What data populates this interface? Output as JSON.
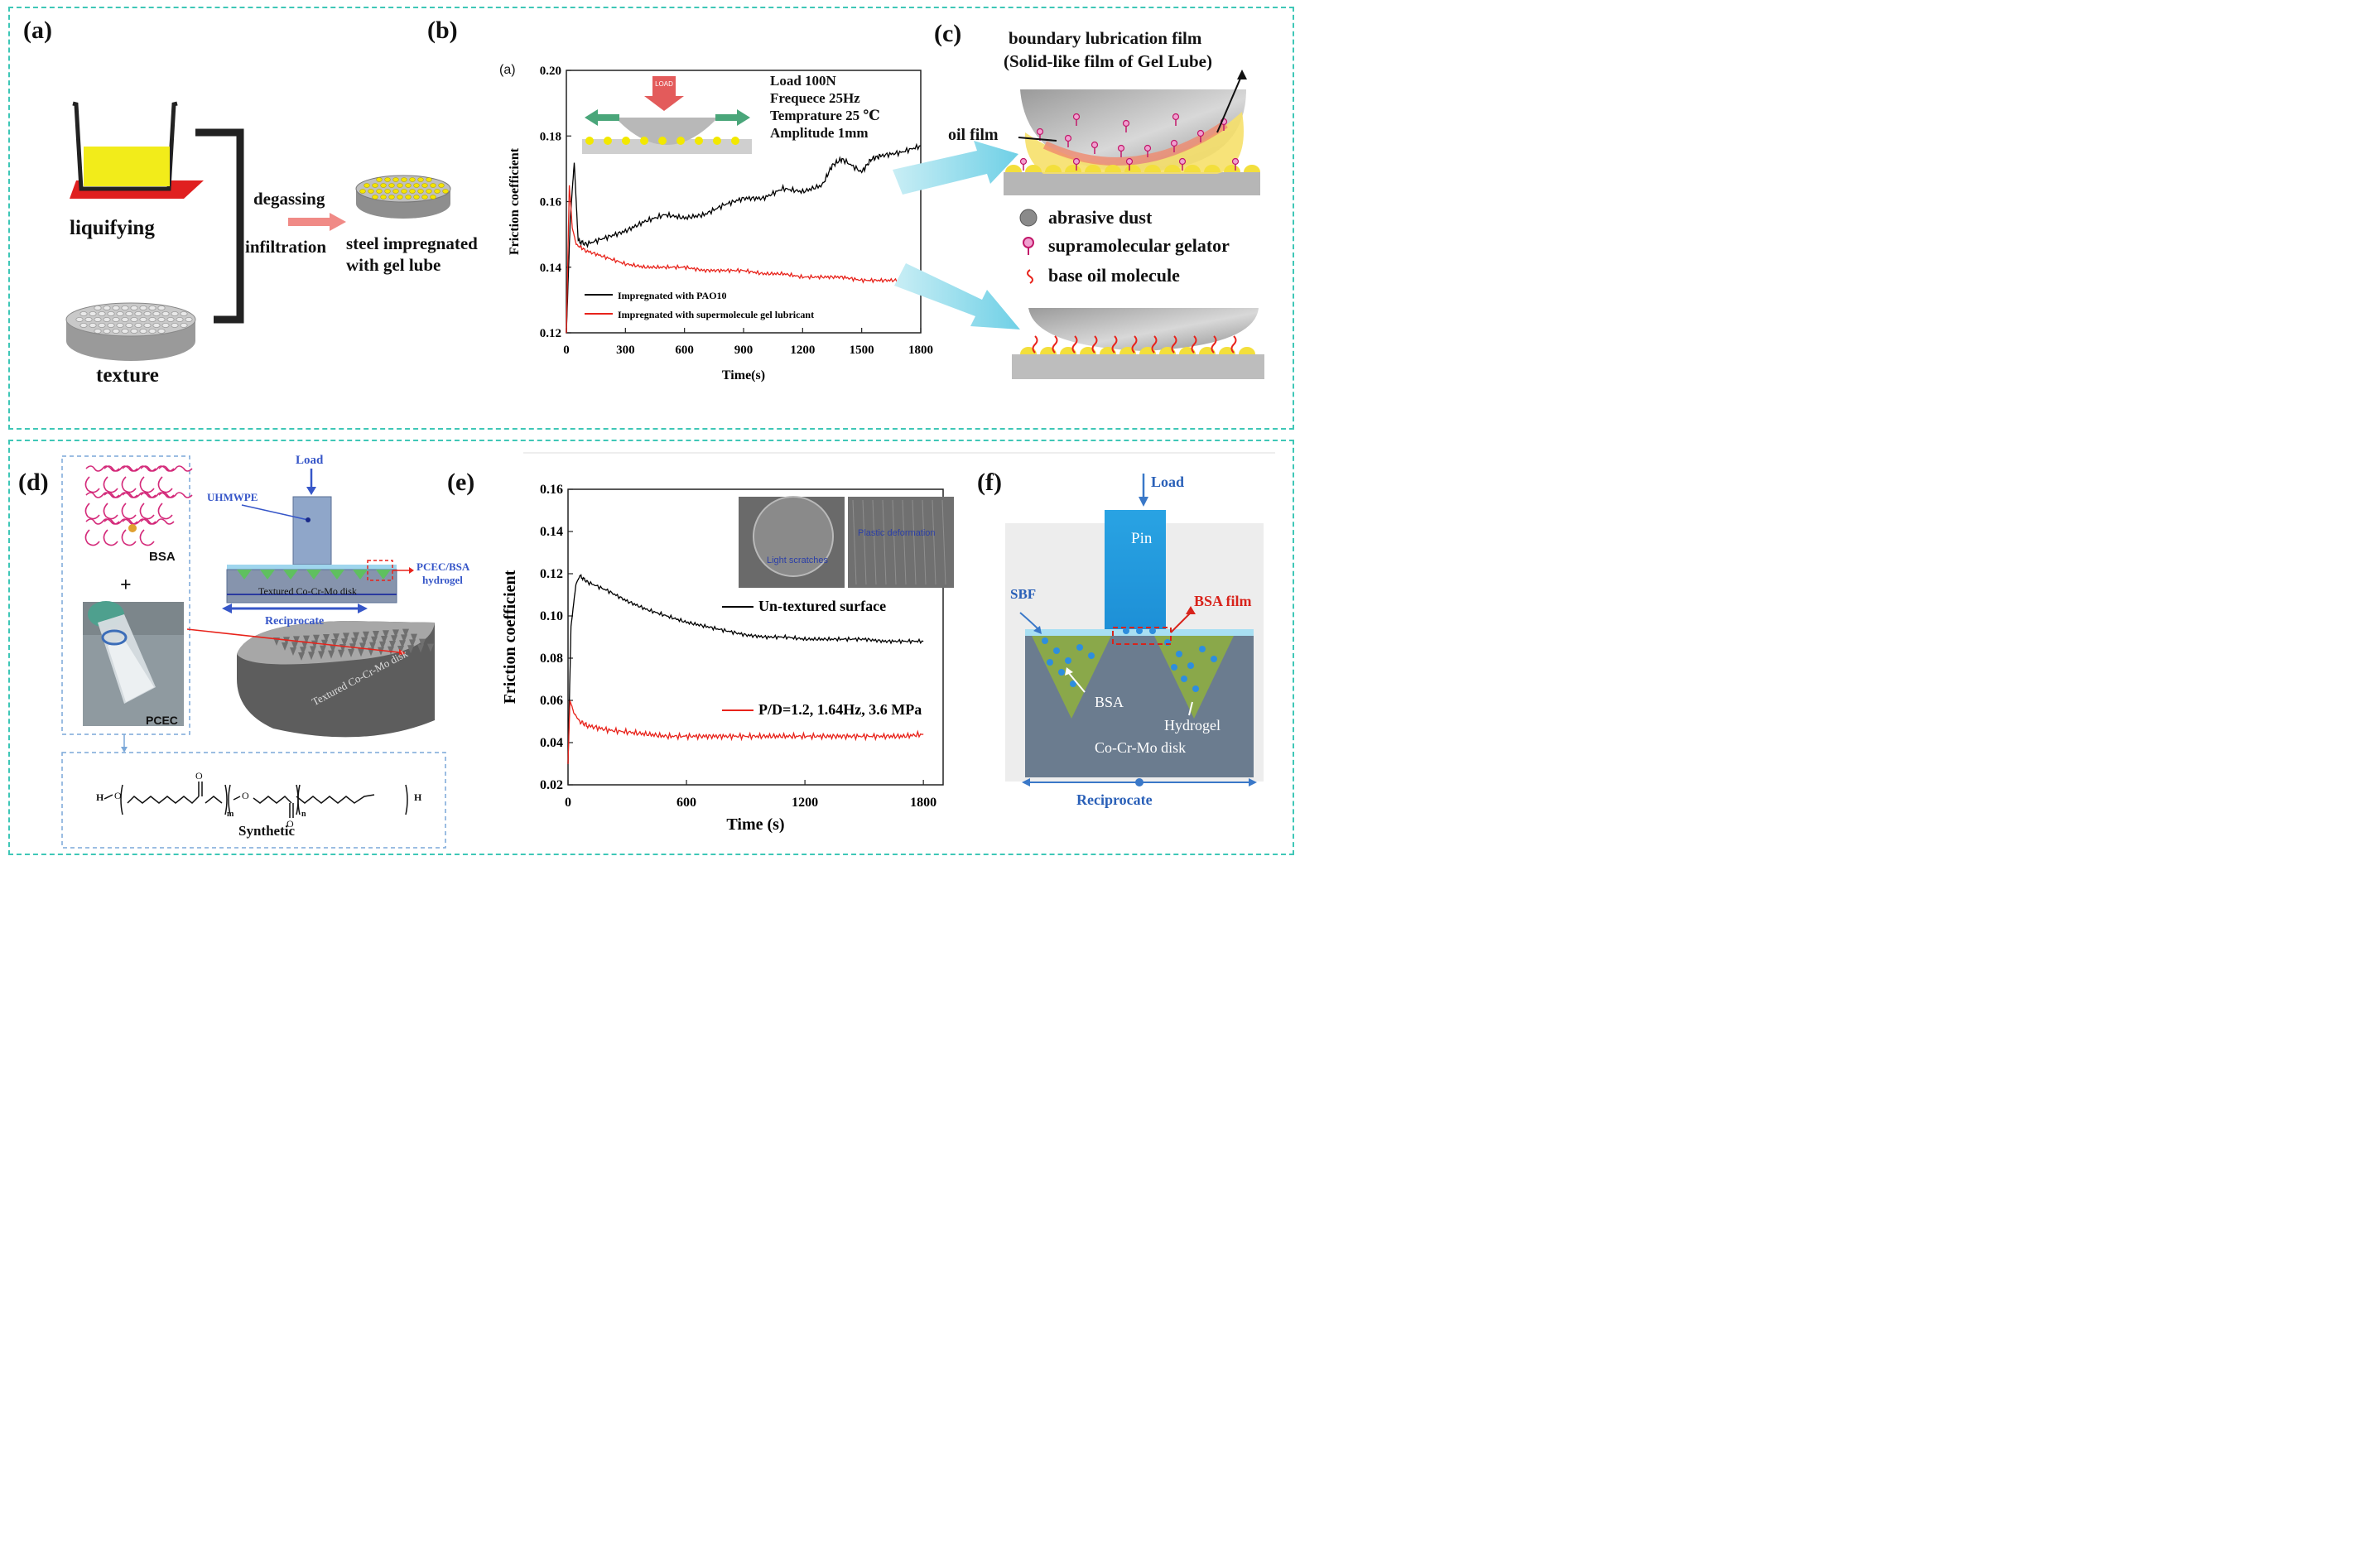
{
  "panels": {
    "a": {
      "label": "(a)",
      "liquifying": "liquifying",
      "texture": "texture",
      "degassing": "degassing",
      "infiltration": "infiltration",
      "result": [
        "steel impregnated",
        "with gel lube"
      ]
    },
    "b": {
      "label": "(b)",
      "inner_tag": "(a)",
      "conditions": [
        "Load  100N",
        "Frequece  25Hz",
        "Temprature 25 ℃",
        "Amplitude  1mm"
      ],
      "inset_word": "LOAD"
    },
    "c": {
      "label": "(c)",
      "title1": "boundary lubrication  film",
      "title2": "(Solid-like film of Gel Lube)",
      "oil_film": "oil film",
      "legend": [
        "abrasive dust",
        "supramolecular gelator",
        "base oil molecule"
      ]
    },
    "d": {
      "label": "(d)",
      "bsa": "BSA",
      "plus": "+",
      "pcec": "PCEC",
      "load": "Load",
      "uhmwpe": "UHMWPE",
      "hydrogel": [
        "PCEC/BSA",
        "hydrogel"
      ],
      "disk": "Textured Co-Cr-Mo disk",
      "reciprocate": "Reciprocate",
      "disk3d": "Textured Co-Cr-Mo disk",
      "synthetic": "Synthetic",
      "formula_subs": [
        "H",
        "m",
        "n",
        "H",
        "O",
        "O",
        "O",
        "O"
      ]
    },
    "e": {
      "label": "(e)",
      "sem_left": "Light scratches",
      "sem_right": "Plastic deformation"
    },
    "f": {
      "label": "(f)",
      "load": "Load",
      "pin": "Pin",
      "sbf": "SBF",
      "bsa_film": "BSA film",
      "bsa": "BSA",
      "hydrogel": "Hydrogel",
      "disk": "Co-Cr-Mo disk",
      "reciprocate": "Reciprocate"
    }
  },
  "chart_data": [
    {
      "type": "line",
      "xlabel": "Time(s)",
      "ylabel": "Friction coefficient",
      "xlim": [
        0,
        1800
      ],
      "ylim": [
        0.12,
        0.2
      ],
      "xticks": [
        0,
        300,
        600,
        900,
        1200,
        1500,
        1800
      ],
      "yticks": [
        0.12,
        0.14,
        0.16,
        0.18,
        0.2
      ],
      "ytick_labels": [
        "0.12",
        "0.14",
        "0.16",
        "0.18",
        "0.20"
      ],
      "legend_position": "bottom-left",
      "series": [
        {
          "name": "Impregnated with PAO10",
          "color": "#000000",
          "x": [
            0,
            20,
            40,
            60,
            100,
            200,
            300,
            400,
            500,
            600,
            700,
            800,
            900,
            1000,
            1100,
            1200,
            1300,
            1350,
            1400,
            1500,
            1550,
            1600,
            1700,
            1800
          ],
          "y": [
            0.12,
            0.155,
            0.172,
            0.148,
            0.147,
            0.149,
            0.151,
            0.154,
            0.156,
            0.155,
            0.156,
            0.159,
            0.161,
            0.161,
            0.164,
            0.163,
            0.165,
            0.171,
            0.173,
            0.169,
            0.173,
            0.174,
            0.175,
            0.177
          ]
        },
        {
          "name": "Impregnated with supermolecule gel lubricant",
          "color": "#e8231b",
          "x": [
            0,
            15,
            30,
            50,
            100,
            200,
            300,
            400,
            500,
            600,
            700,
            800,
            900,
            1000,
            1100,
            1200,
            1300,
            1400,
            1500,
            1600,
            1700,
            1800
          ],
          "y": [
            0.12,
            0.165,
            0.152,
            0.147,
            0.145,
            0.143,
            0.141,
            0.14,
            0.14,
            0.14,
            0.139,
            0.139,
            0.139,
            0.138,
            0.138,
            0.137,
            0.137,
            0.137,
            0.136,
            0.136,
            0.136,
            0.135
          ]
        }
      ]
    },
    {
      "type": "line",
      "xlabel": "Time (s)",
      "ylabel": "Friction coefficient",
      "xlim": [
        0,
        1900
      ],
      "ylim": [
        0.02,
        0.16
      ],
      "xticks": [
        0,
        600,
        1200,
        1800
      ],
      "yticks": [
        0.02,
        0.04,
        0.06,
        0.08,
        0.1,
        0.12,
        0.14,
        0.16
      ],
      "ytick_labels": [
        "0.02",
        "0.04",
        "0.06",
        "0.08",
        "0.10",
        "0.12",
        "0.14",
        "0.16"
      ],
      "legend_position": "right",
      "series": [
        {
          "name": "Un-textured surface",
          "color": "#000000",
          "x": [
            0,
            15,
            40,
            60,
            100,
            200,
            300,
            400,
            500,
            600,
            700,
            800,
            900,
            1000,
            1100,
            1200,
            1300,
            1400,
            1500,
            1600,
            1700,
            1800
          ],
          "y": [
            0.03,
            0.095,
            0.115,
            0.119,
            0.116,
            0.112,
            0.107,
            0.103,
            0.1,
            0.097,
            0.095,
            0.093,
            0.091,
            0.09,
            0.09,
            0.089,
            0.089,
            0.089,
            0.089,
            0.088,
            0.088,
            0.088
          ]
        },
        {
          "name": "P/D=1.2, 1.64Hz, 3.6 MPa",
          "color": "#e8231b",
          "x": [
            0,
            10,
            30,
            60,
            100,
            200,
            300,
            400,
            500,
            600,
            700,
            800,
            900,
            1000,
            1100,
            1200,
            1300,
            1400,
            1500,
            1600,
            1700,
            1800
          ],
          "y": [
            0.03,
            0.06,
            0.054,
            0.05,
            0.048,
            0.046,
            0.045,
            0.044,
            0.043,
            0.043,
            0.043,
            0.043,
            0.043,
            0.043,
            0.043,
            0.043,
            0.043,
            0.043,
            0.043,
            0.043,
            0.043,
            0.044
          ]
        }
      ]
    }
  ]
}
